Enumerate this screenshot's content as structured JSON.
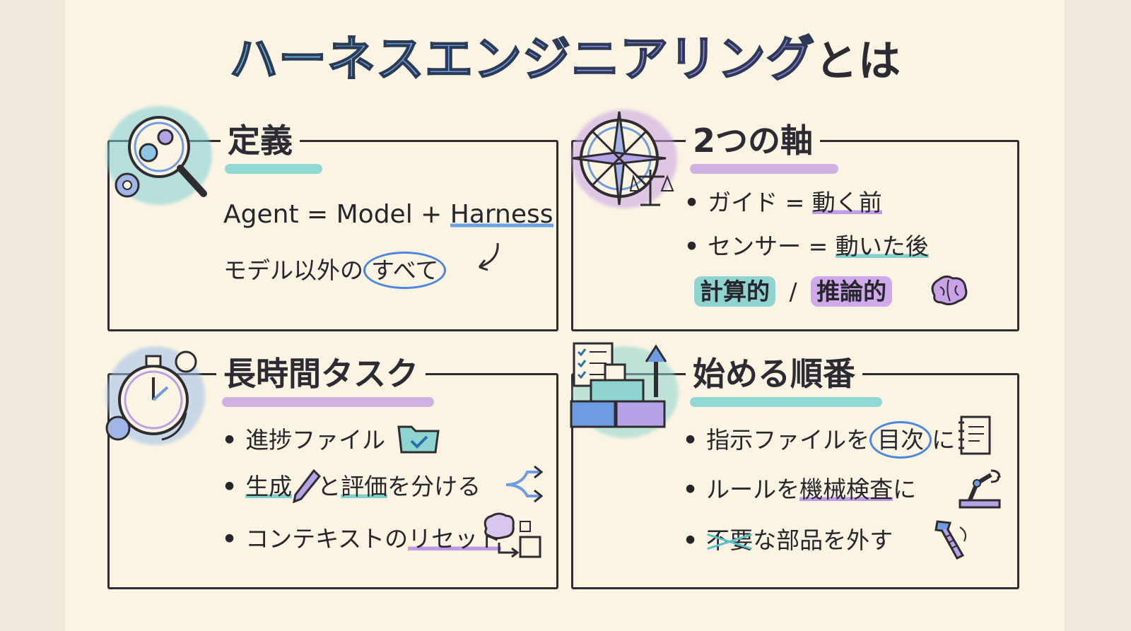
{
  "title": {
    "main": "ハーネスエンジニアリング",
    "suffix": "とは"
  },
  "panels": {
    "definition": {
      "heading": "定義",
      "formula_a": "Agent = Model + ",
      "formula_b": "Harness",
      "line2_a": "モデル以外の",
      "line2_b": "すべて"
    },
    "axes": {
      "heading": "2つの軸",
      "item1_a": "ガイド = ",
      "item1_b": "動く前",
      "item2_a": "センサー = ",
      "item2_b": "動いた後",
      "tag1": "計算的",
      "slash": "/",
      "tag2": "推論的"
    },
    "long_task": {
      "heading": "長時間タスク",
      "item1": "進捗ファイル",
      "item2_a": "生成",
      "item2_b": "と",
      "item2_c": "評価",
      "item2_d": "を分ける",
      "item3_a": "コンテキストの",
      "item3_b": "リセット"
    },
    "order": {
      "heading": "始める順番",
      "item1_a": "指示ファイルを",
      "item1_b": "目次",
      "item1_c": "に",
      "item2_a": "ルールを",
      "item2_b": "機械検査",
      "item2_c": "に",
      "item3_a": "不要",
      "item3_b": "な部品を外す"
    }
  },
  "bullet": "•",
  "colors": {
    "teal": "#5dbed0",
    "blue": "#6f9be0",
    "purple": "#a07ee0",
    "ink": "#2c2b33"
  }
}
